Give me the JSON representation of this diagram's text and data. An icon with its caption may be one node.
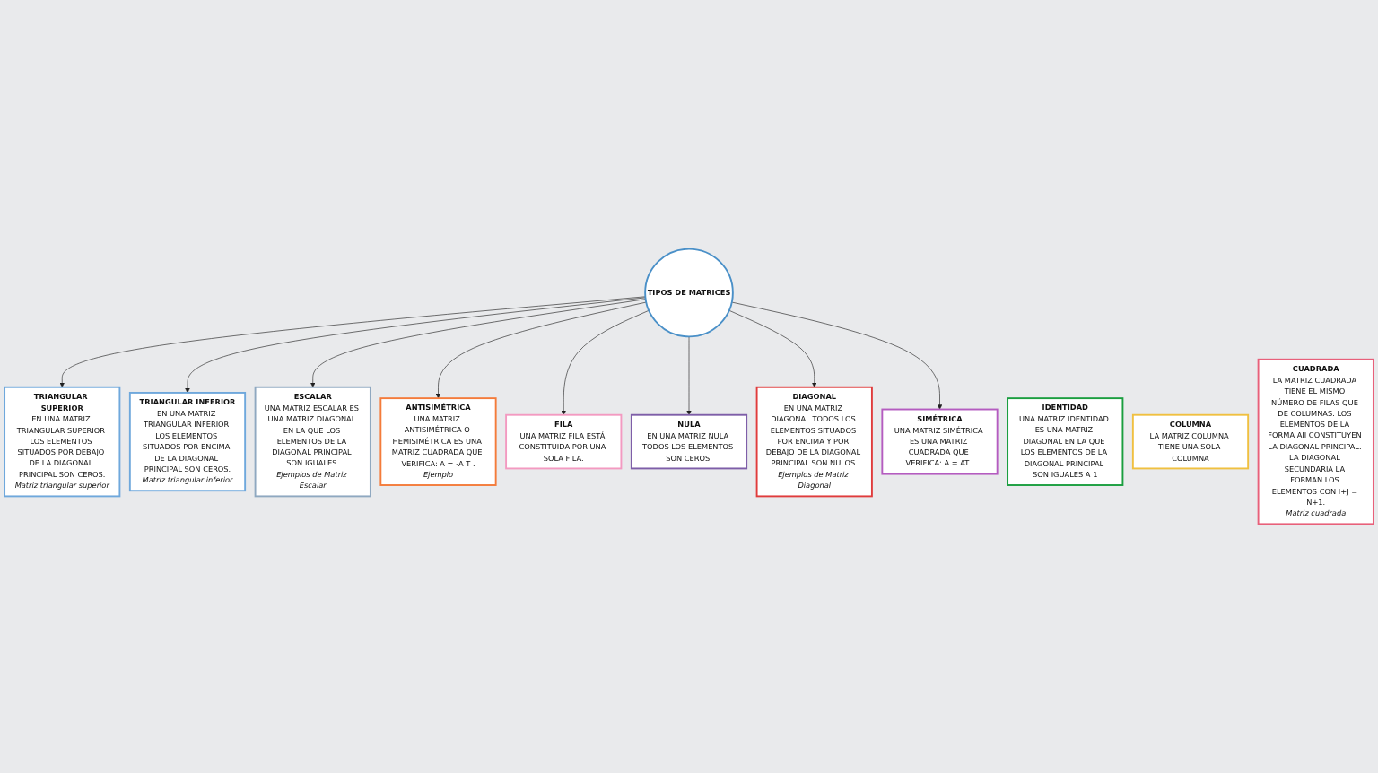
{
  "diagram": {
    "nodes": [
      {
        "text": [
          "TIPOS DE MATRICES"
        ]
      },
      {
        "text": [
          "TRIANGULAR SUPERIOR",
          "EN UNA MATRIZ TRIANGULAR SUPERIOR LOS ELEMENTOS SITUADOS POR DEBAJO DE LA DIAGONAL PRINCIPAL SON CEROS.",
          "Matriz triangular superior"
        ]
      },
      {
        "text": [
          "TRIANGULAR INFERIOR",
          "EN UNA MATRIZ TRIANGULAR INFERIOR LOS ELEMENTOS SITUADOS POR ENCIMA DE LA DIAGONAL PRINCIPAL SON CEROS.",
          "Matriz triangular inferior"
        ]
      },
      {
        "text": [
          "IDENTIDAD",
          "UNA MATRIZ IDENTIDAD ES UNA MATRIZ DIAGONAL EN LA QUE LOS ELEMENTOS DE LA DIAGONAL PRINCIPAL SON IGUALES A 1"
        ]
      },
      {
        "text": [
          "ESCALAR",
          "UNA MATRIZ ESCALAR ES UNA MATRIZ DIAGONAL EN LA QUE LOS ELEMENTOS DE LA DIAGONAL PRINCIPAL SON IGUALES.",
          "Ejemplos de Matriz Escalar"
        ]
      },
      {
        "text": [
          "ANTISIMÉTRICA",
          "UNA MATRIZ ANTISIMÉTRICA O HEMISIMÉTRICA ES UNA MATRIZ CUADRADA QUE VERIFICA: A = -A T .",
          "Ejemplo"
        ]
      },
      {
        "text": [
          "FILA",
          "UNA MATRIZ FILA ESTÁ CONSTITUIDA POR UNA SOLA FILA."
        ]
      },
      {
        "text": [
          "COLUMNA",
          "LA MATRIZ COLUMNA TIENE UNA SOLA COLUMNA"
        ]
      },
      {
        "text": [
          "NULA",
          "EN UNA MATRIZ NULA TODOS LOS ELEMENTOS SON CEROS."
        ]
      },
      {
        "text": [
          "CUADRADA",
          "LA MATRIZ CUADRADA TIENE EL MISMO NÚMERO DE FILAS QUE DE COLUMNAS. LOS ELEMENTOS DE LA FORMA AII CONSTITUYEN LA DIAGONAL PRINCIPAL. LA DIAGONAL SECUNDARIA LA FORMAN LOS ELEMENTOS CON I+J = N+1.",
          "Matriz cuadrada"
        ]
      },
      {
        "text": [
          "DIAGONAL",
          "EN UNA MATRIZ DIAGONAL TODOS LOS ELEMENTOS SITUADOS POR ENCIMA Y POR DEBAJO DE LA DIAGONAL PRINCIPAL SON NULOS.",
          "Ejemplos de Matriz Diagonal"
        ]
      },
      {
        "text": [
          "SIMÉTRICA",
          "UNA MATRIZ SIMÉTRICA ES UNA MATRIZ CUADRADA QUE VERIFICA: A = AT ."
        ]
      }
    ],
    "edges": [
      {
        "from": 0,
        "to": 1,
        "arrow": "to"
      },
      {
        "from": 0,
        "to": 2,
        "arrow": "to"
      },
      {
        "from": 0,
        "to": 4,
        "arrow": "to"
      },
      {
        "from": 0,
        "to": 5,
        "arrow": "to"
      },
      {
        "from": 0,
        "to": 6,
        "arrow": "to"
      },
      {
        "from": 0,
        "to": 8,
        "arrow": "to"
      },
      {
        "from": 0,
        "to": 10,
        "arrow": "to"
      },
      {
        "from": 0,
        "to": 11,
        "arrow": "to"
      }
    ]
  }
}
